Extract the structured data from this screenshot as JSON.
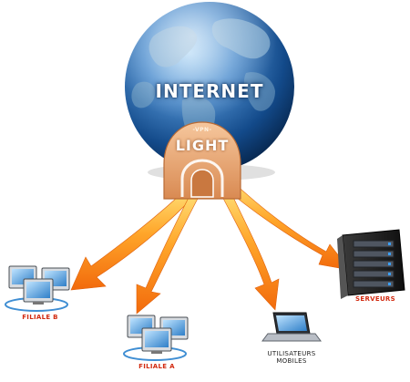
{
  "globe": {
    "label": "INTERNET"
  },
  "gateway": {
    "tag": "-VPN-",
    "label": "LIGHT"
  },
  "nodes": {
    "filiale_b": {
      "label": "FILIALE B"
    },
    "filiale_a": {
      "label": "FILIALE A"
    },
    "mobiles": {
      "label": "UTILISATEURS\nMOBILES"
    },
    "serveurs": {
      "label": "SERVEURS"
    }
  },
  "colors": {
    "globe_dark": "#0d3d78",
    "globe_light": "#5fa0d8",
    "land": "#7fa9c7",
    "gateway": "#e9a36d",
    "arrow_orange": "#f77c10",
    "arrow_yellow": "#ffcc4a",
    "label_red": "#d22a10"
  }
}
